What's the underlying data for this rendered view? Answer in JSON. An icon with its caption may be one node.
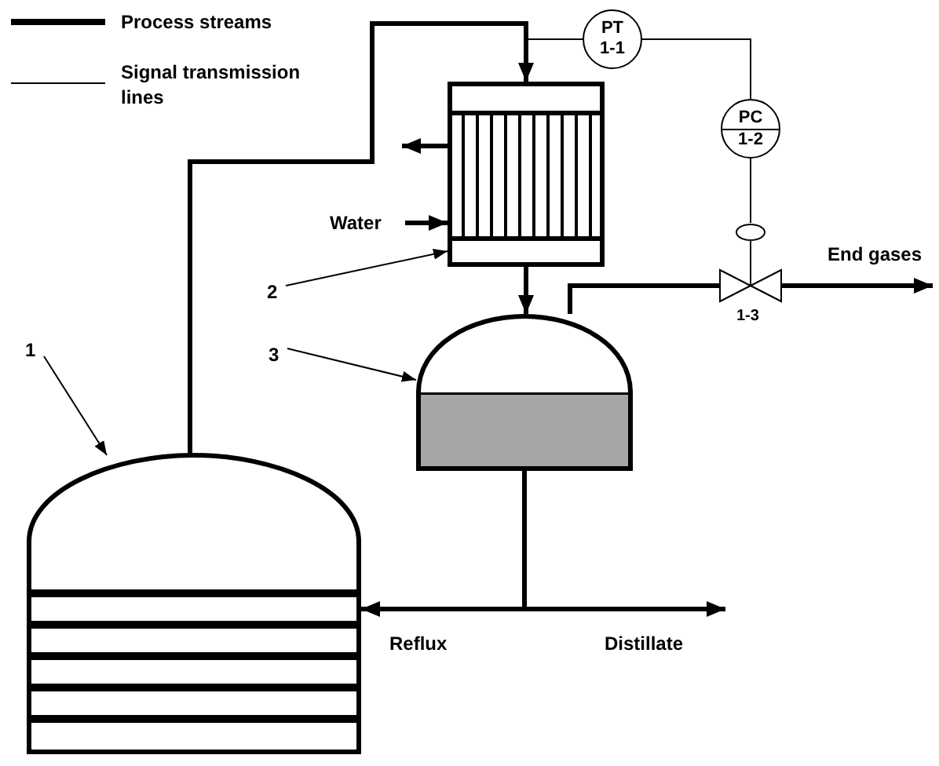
{
  "diagram": {
    "nodes": [
      {
        "text": [
          "PT",
          "1-1"
        ]
      },
      {
        "text": [],
        "shape": "box"
      },
      {
        "text": [
          "PC",
          "1-2"
        ]
      },
      {
        "text": [],
        "shape": "valve",
        "beside": [
          "1-3"
        ]
      },
      {
        "text": [
          "2"
        ]
      },
      {
        "text": [],
        "shape": "vessel"
      },
      {
        "text": [
          "3"
        ]
      },
      {
        "text": [
          "1"
        ]
      },
      {
        "text": [],
        "shape": "column"
      }
    ],
    "edges": [
      {
        "from": 8,
        "to": 1,
        "arrow": "to"
      },
      {
        "from": 1,
        "to": null,
        "arrow": "to"
      },
      {
        "from": null,
        "to": 1,
        "arrow": "to",
        "label": "Water"
      },
      {
        "from": 1,
        "to": 5,
        "arrow": "to"
      },
      {
        "from": 5,
        "to": 3,
        "arrow": "none"
      },
      {
        "from": 3,
        "to": null,
        "arrow": "to",
        "label": "End gases"
      },
      {
        "from": 5,
        "to": 8,
        "arrow": "to",
        "label": "Reflux"
      },
      {
        "from": 5,
        "to": null,
        "arrow": "to",
        "label": "Distillate"
      },
      {
        "from": null,
        "to": 0,
        "arrow": "none"
      },
      {
        "from": 0,
        "to": 2,
        "arrow": "none"
      },
      {
        "from": 2,
        "to": 3,
        "arrow": "none"
      },
      {
        "from": 4,
        "to": 1,
        "arrow": "to"
      },
      {
        "from": 6,
        "to": 5,
        "arrow": "to"
      },
      {
        "from": 7,
        "to": 8,
        "arrow": "to"
      }
    ],
    "legend": [
      {
        "text": "Process streams"
      },
      {
        "text": "Signal transmission lines"
      }
    ]
  }
}
